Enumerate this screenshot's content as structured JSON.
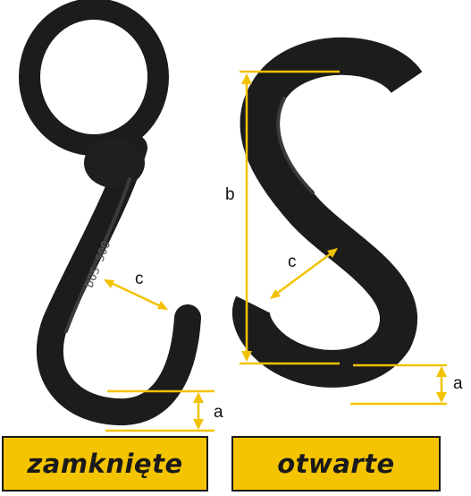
{
  "colors": {
    "hook": "#1c1c1c",
    "hook_highlight": "#3a3a3a",
    "dimension_line": "#f2c200",
    "label_box": "#f5c400",
    "label_text": "#1a1a1a"
  },
  "left_hook": {
    "stamp_text": "DOS 500",
    "dimension_labels": {
      "a": "a",
      "c": "c"
    },
    "caption": "zamknięte"
  },
  "right_hook": {
    "dimension_labels": {
      "a": "a",
      "b": "b",
      "c": "c"
    },
    "caption": "otwarte"
  }
}
